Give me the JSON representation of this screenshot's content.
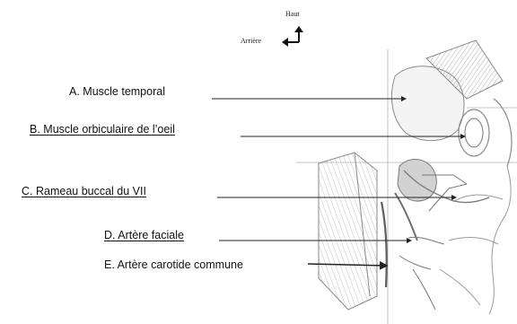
{
  "orientation": {
    "up_label": "Haut",
    "back_label": "Arrière",
    "arrow_icon": "corner-arrow-up-left-icon"
  },
  "labels": [
    {
      "id": "A",
      "text": "A. Muscle temporal",
      "underlined": false
    },
    {
      "id": "B",
      "text": "B. Muscle orbiculaire de l’oeil",
      "underlined": true
    },
    {
      "id": "C",
      "text": "C. Rameau buccal du VII",
      "underlined": true
    },
    {
      "id": "D",
      "text": "D. Artère faciale",
      "underlined": true
    },
    {
      "id": "E",
      "text": "E. Artère carotide commune",
      "underlined": false
    }
  ],
  "colors": {
    "text": "#111111",
    "drawing": "#8a8a8a",
    "shading": "#c9c9c9",
    "leader": "#222222"
  }
}
